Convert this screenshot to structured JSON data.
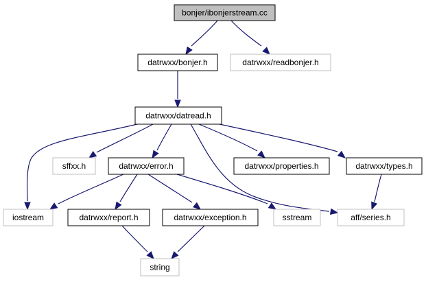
{
  "graph": {
    "nodes": [
      {
        "id": "ibonjerstream",
        "label": "bonjer/ibonjerstream.cc",
        "style": "root",
        "link": false
      },
      {
        "id": "bonjer",
        "label": "datrwxx/bonjer.h",
        "style": "normal",
        "link": true
      },
      {
        "id": "readbonjer",
        "label": "datrwxx/readbonjer.h",
        "style": "external",
        "link": false
      },
      {
        "id": "datread",
        "label": "datrwxx/datread.h",
        "style": "normal",
        "link": true
      },
      {
        "id": "sffxx",
        "label": "sffxx.h",
        "style": "external",
        "link": false
      },
      {
        "id": "error",
        "label": "datrwxx/error.h",
        "style": "normal",
        "link": true
      },
      {
        "id": "properties",
        "label": "datrwxx/properties.h",
        "style": "normal",
        "link": true
      },
      {
        "id": "types",
        "label": "datrwxx/types.h",
        "style": "normal",
        "link": true
      },
      {
        "id": "iostream",
        "label": "iostream",
        "style": "external",
        "link": false
      },
      {
        "id": "report",
        "label": "datrwxx/report.h",
        "style": "normal",
        "link": true
      },
      {
        "id": "exception",
        "label": "datrwxx/exception.h",
        "style": "normal",
        "link": true
      },
      {
        "id": "sstream",
        "label": "sstream",
        "style": "external",
        "link": false
      },
      {
        "id": "series",
        "label": "aff/series.h",
        "style": "external",
        "link": false
      },
      {
        "id": "string",
        "label": "string",
        "style": "external",
        "link": false
      }
    ],
    "edges": [
      {
        "from": "ibonjerstream",
        "to": "bonjer"
      },
      {
        "from": "ibonjerstream",
        "to": "readbonjer"
      },
      {
        "from": "bonjer",
        "to": "datread"
      },
      {
        "from": "datread",
        "to": "iostream"
      },
      {
        "from": "datread",
        "to": "sffxx"
      },
      {
        "from": "datread",
        "to": "error"
      },
      {
        "from": "datread",
        "to": "series"
      },
      {
        "from": "datread",
        "to": "properties"
      },
      {
        "from": "datread",
        "to": "types"
      },
      {
        "from": "error",
        "to": "iostream"
      },
      {
        "from": "error",
        "to": "report"
      },
      {
        "from": "error",
        "to": "exception"
      },
      {
        "from": "error",
        "to": "sstream"
      },
      {
        "from": "types",
        "to": "series"
      },
      {
        "from": "report",
        "to": "string"
      },
      {
        "from": "exception",
        "to": "string"
      }
    ],
    "colors": {
      "edge": "#191970",
      "root_fill": "#bfbfbf",
      "root_border": "#000000",
      "normal_fill": "#ffffff",
      "normal_border": "#000000",
      "external_border": "#bfbfbf",
      "external_text": "#000000"
    }
  }
}
